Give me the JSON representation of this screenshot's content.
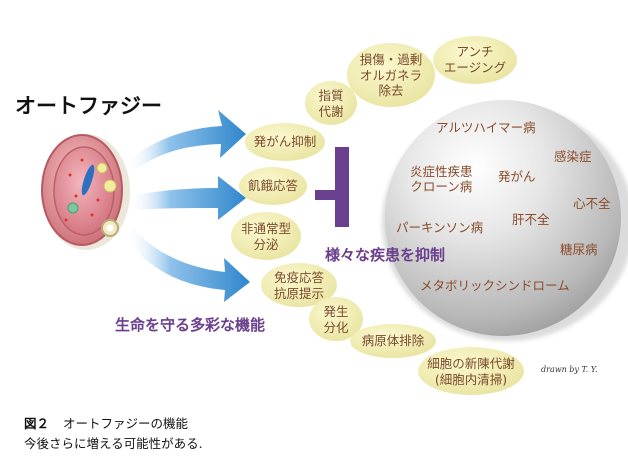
{
  "title": "オートファジー",
  "cell": {
    "name": "cell",
    "icon": "cell-icon"
  },
  "functions": [
    {
      "text": "発がん抑制"
    },
    {
      "text": "飢餓応答"
    },
    {
      "text": "非通常型\n分泌"
    },
    {
      "text": "免疫応答\n抗原提示"
    },
    {
      "text": "発生\n分化"
    },
    {
      "text": "病原体排除"
    },
    {
      "text": "細胞の新陳代謝\n(細胞内清掃)"
    },
    {
      "text": "指質\n代謝"
    },
    {
      "text": "損傷・過剰\nオルガネラ\n除去"
    },
    {
      "text": "アンチ\nエージング"
    }
  ],
  "diseases": [
    {
      "text": "アルツハイマー病"
    },
    {
      "text": "感染症"
    },
    {
      "text": "炎症性疾患\nクローン病"
    },
    {
      "text": "発がん"
    },
    {
      "text": "心不全"
    },
    {
      "text": "肝不全"
    },
    {
      "text": "パーキンソン病"
    },
    {
      "text": "糖尿病"
    },
    {
      "text": "メタボリックシンドローム"
    }
  ],
  "block_label": "様々な疾患を抑制",
  "functions_heading": "生命を守る多彩な機能",
  "credit": "drawn by T. Y.",
  "caption": {
    "figure": "図２",
    "title": "オートファジーの機能",
    "line2": "今後さらに増える可能性がある."
  },
  "colors": {
    "bubble": "#eeeaa3",
    "bubble_text": "#7a4a2c",
    "disease_text": "#8a4b2a",
    "heading_purple": "#6a3f8e",
    "inhibit_symbol": "#6a3f8e",
    "arrow_blue": "#3d8fd0",
    "sphere": "#b5b5b5"
  }
}
